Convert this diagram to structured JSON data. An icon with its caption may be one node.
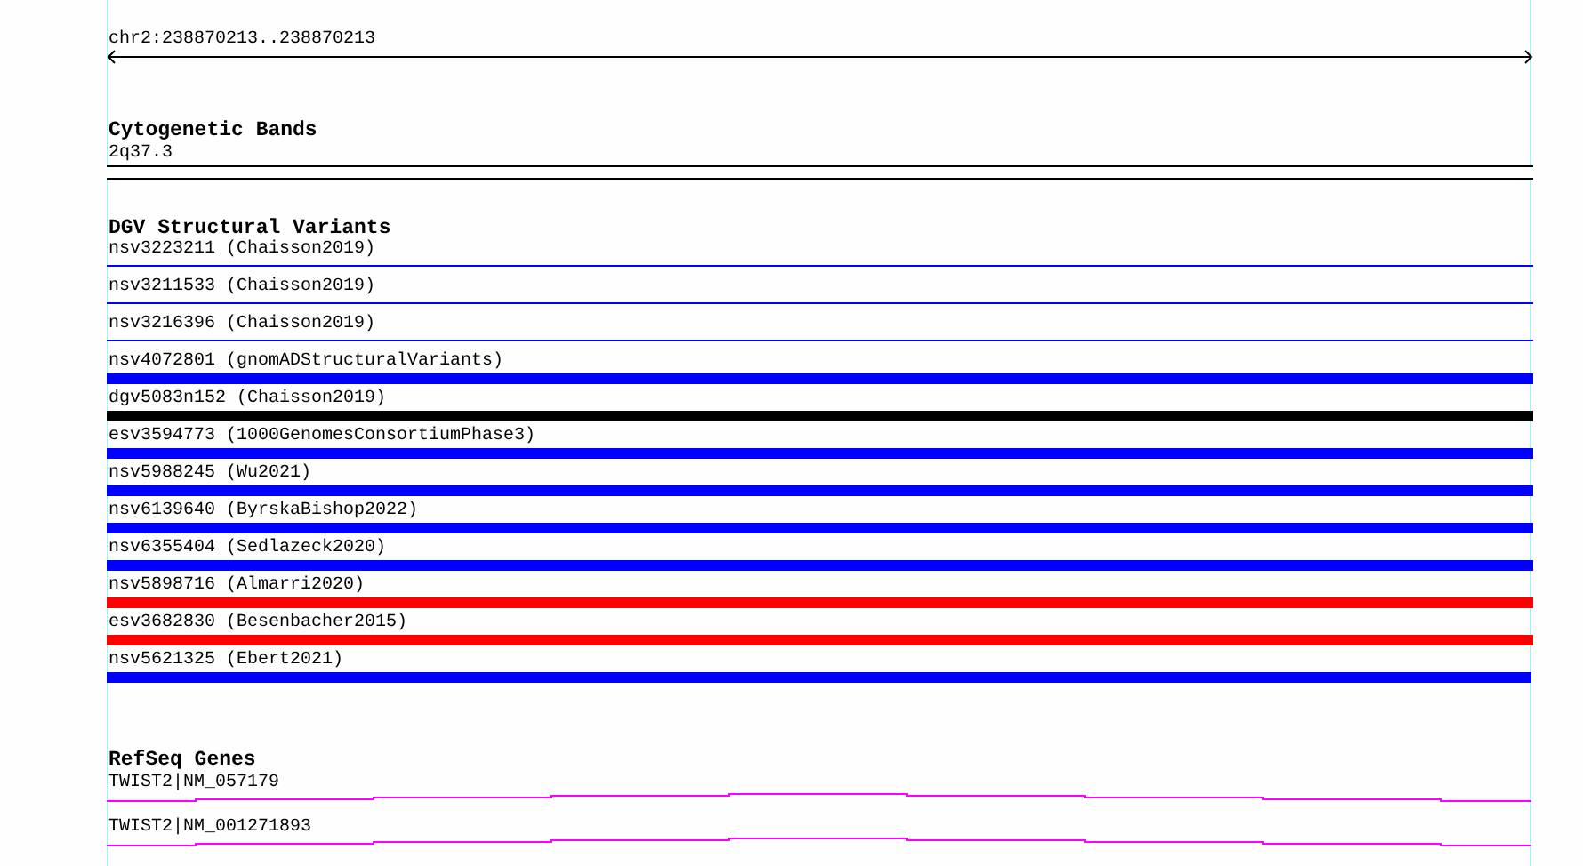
{
  "diagram": {
    "nodes": [
      {
        "text": [],
        "shape": "bar",
        "beside": [
          "2q37.3"
        ]
      },
      {
        "text": [],
        "shape": "bar",
        "beside": [
          "nsv3223211 (Chaisson2019)"
        ]
      },
      {
        "text": [],
        "shape": "bar",
        "beside": [
          "nsv3211533 (Chaisson2019)"
        ]
      },
      {
        "text": [],
        "shape": "bar",
        "beside": [
          "nsv3216396 (Chaisson2019)"
        ]
      },
      {
        "text": [],
        "shape": "bar",
        "beside": [
          "nsv4072801 (gnomADStructuralVariants)"
        ]
      },
      {
        "text": [],
        "shape": "bar",
        "beside": [
          "dgv5083n152 (Chaisson2019)"
        ]
      },
      {
        "text": [],
        "shape": "bar",
        "beside": [
          "esv3594773 (1000GenomesConsortiumPhase3)"
        ]
      },
      {
        "text": [],
        "shape": "bar",
        "beside": [
          "nsv5988245 (Wu2021)"
        ]
      },
      {
        "text": [],
        "shape": "bar",
        "beside": [
          "nsv6139640 (ByrskaBishop2022)"
        ]
      },
      {
        "text": [],
        "shape": "bar",
        "beside": [
          "nsv6355404 (Sedlazeck2020)"
        ]
      },
      {
        "text": [],
        "shape": "bar",
        "beside": [
          "nsv5898716 (Almarri2020)"
        ]
      },
      {
        "text": [],
        "shape": "bar",
        "beside": [
          "esv3682830 (Besenbacher2015)"
        ]
      },
      {
        "text": [],
        "shape": "bar",
        "beside": [
          "nsv5621325 (Ebert2021)"
        ]
      },
      {
        "text": [],
        "shape": "line",
        "beside": [
          "TWIST2|NM_057179"
        ]
      },
      {
        "text": [],
        "shape": "line",
        "beside": [
          "TWIST2|NM_001271893"
        ]
      }
    ],
    "labels": [
      "chr2:238870213..238870213",
      "Cytogenetic Bands",
      "DGV Structural Variants",
      "RefSeq Genes"
    ]
  }
}
